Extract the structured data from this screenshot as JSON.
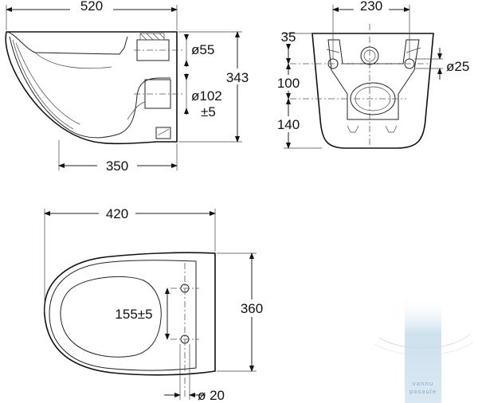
{
  "side_view": {
    "width": "520",
    "height": "343",
    "depth": "350",
    "outlet_diameter": "ø55",
    "inlet_diameter": "ø102",
    "inlet_tolerance": "±5"
  },
  "rear_view": {
    "width": "230",
    "offset_top": "35",
    "spacing_mid": "100",
    "spacing_low": "140",
    "bolt_diameter": "ø25"
  },
  "top_view": {
    "width": "420",
    "height": "360",
    "hole_spacing": "155±5",
    "hole_diameter": "ø 20"
  },
  "watermark": {
    "text": "vannu pasaule",
    "color": "#b9d3e6"
  }
}
